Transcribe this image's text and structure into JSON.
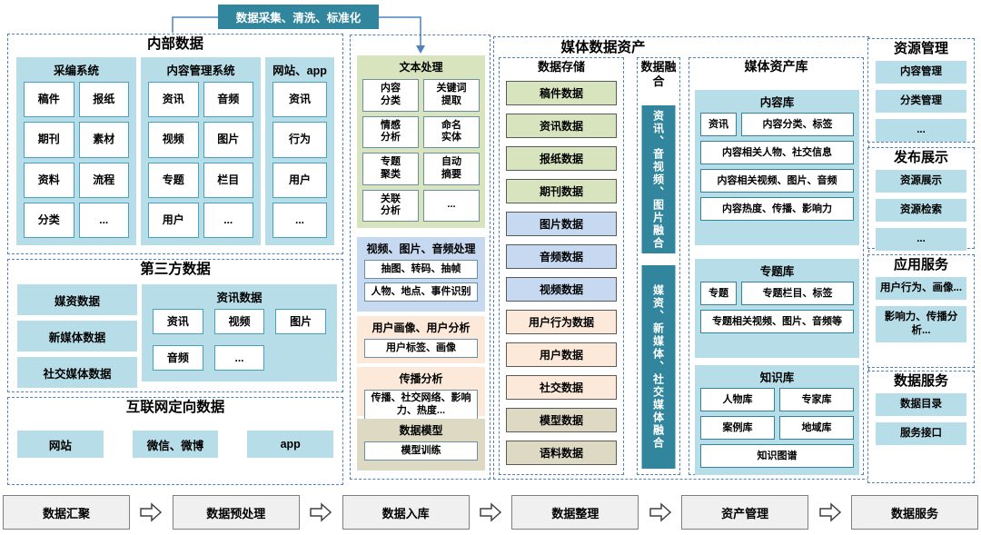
{
  "badge": {
    "label": "数据采集、清洗、标准化"
  },
  "internal": {
    "title": "内部数据",
    "groups": [
      {
        "title": "采编系统",
        "cols": 2,
        "items": [
          "稿件",
          "报纸",
          "期刊",
          "素材",
          "资料",
          "流程",
          "分类",
          "..."
        ]
      },
      {
        "title": "内容管理系统",
        "cols": 2,
        "items": [
          "资讯",
          "音频",
          "视频",
          "图片",
          "专题",
          "栏目",
          "用户",
          "..."
        ]
      },
      {
        "title": "网站、app",
        "cols": 1,
        "items": [
          "资讯",
          "行为",
          "用户",
          "..."
        ]
      }
    ]
  },
  "thirdparty": {
    "title": "第三方数据",
    "side_items": [
      "媒资数据",
      "新媒体数据",
      "社交媒体数据"
    ],
    "group": {
      "title": "资讯数据",
      "items": [
        "资讯",
        "视频",
        "图片",
        "音频",
        "..."
      ]
    }
  },
  "internet": {
    "title": "互联网定向数据",
    "items": [
      "网站",
      "微信、微博",
      "app"
    ]
  },
  "processing": [
    {
      "title": "文本处理",
      "theme": "green",
      "grid": true,
      "items": [
        "内容分类",
        "关键词提取",
        "情感分析",
        "命名实体",
        "专题聚类",
        "自动摘要",
        "关联分析",
        "..."
      ]
    },
    {
      "title": "视频、图片、音频处理",
      "theme": "blue",
      "items": [
        "抽图、转码、抽帧",
        "人物、地点、事件识别"
      ]
    },
    {
      "title": "用户画像、用户分析",
      "theme": "peach",
      "items": [
        "用户标签、画像"
      ]
    },
    {
      "title": "传播分析",
      "theme": "peach",
      "items": [
        "传播、社交网络、影响力、热度..."
      ]
    },
    {
      "title": "数据模型",
      "theme": "tan",
      "items": [
        "模型训练"
      ]
    }
  ],
  "assets": {
    "title": "媒体数据资产",
    "storage": {
      "title": "数据存储",
      "items": [
        {
          "label": "稿件数据",
          "theme": "green"
        },
        {
          "label": "资讯数据",
          "theme": "green"
        },
        {
          "label": "报纸数据",
          "theme": "green"
        },
        {
          "label": "期刊数据",
          "theme": "green"
        },
        {
          "label": "图片数据",
          "theme": "blue"
        },
        {
          "label": "音频数据",
          "theme": "blue"
        },
        {
          "label": "视频数据",
          "theme": "blue"
        },
        {
          "label": "用户行为数据",
          "theme": "peach"
        },
        {
          "label": "用户数据",
          "theme": "peach"
        },
        {
          "label": "社交数据",
          "theme": "peach"
        },
        {
          "label": "模型数据",
          "theme": "tan"
        },
        {
          "label": "语料数据",
          "theme": "tan"
        }
      ]
    },
    "fusion": {
      "title": "数据融合",
      "bars": [
        "资讯、音视频、图片融合",
        "媒资、新媒体、社交媒体融合"
      ]
    },
    "library": {
      "title": "媒体资产库",
      "sections": [
        {
          "title": "内容库",
          "rows": [
            [
              "资讯",
              "内容分类、标签"
            ],
            [
              "内容相关人物、社交信息"
            ],
            [
              "内容相关视频、图片、音频"
            ],
            [
              "内容热度、传播、影响力"
            ]
          ]
        },
        {
          "title": "专题库",
          "rows": [
            [
              "专题",
              "专题栏目、标签"
            ],
            [
              "专题相关视频、图片、音频等"
            ]
          ]
        },
        {
          "title": "知识库",
          "rows": [
            [
              "人物库",
              "专家库"
            ],
            [
              "案例库",
              "地域库"
            ],
            [
              "知识图谱"
            ]
          ]
        }
      ]
    }
  },
  "services": [
    {
      "title": "资源管理",
      "items": [
        "内容管理",
        "分类管理",
        "..."
      ]
    },
    {
      "title": "发布展示",
      "items": [
        "资源展示",
        "资源检索",
        "..."
      ]
    },
    {
      "title": "应用服务",
      "items": [
        "用户行为、画像...",
        "影响力、传播分析..."
      ]
    },
    {
      "title": "数据服务",
      "items": [
        "数据目录",
        "服务接口"
      ]
    }
  ],
  "flow": [
    "数据汇聚",
    "数据预处理",
    "数据入库",
    "数据整理",
    "资产管理",
    "数据服务"
  ],
  "colors": {
    "teal": "#31859c",
    "dash_blue": "#4f81bd",
    "panel_blue": "#b7dee8",
    "green": "#d7e4bd",
    "blue": "#c6d9f1",
    "peach": "#fde9d9",
    "tan": "#ddd9c3"
  }
}
